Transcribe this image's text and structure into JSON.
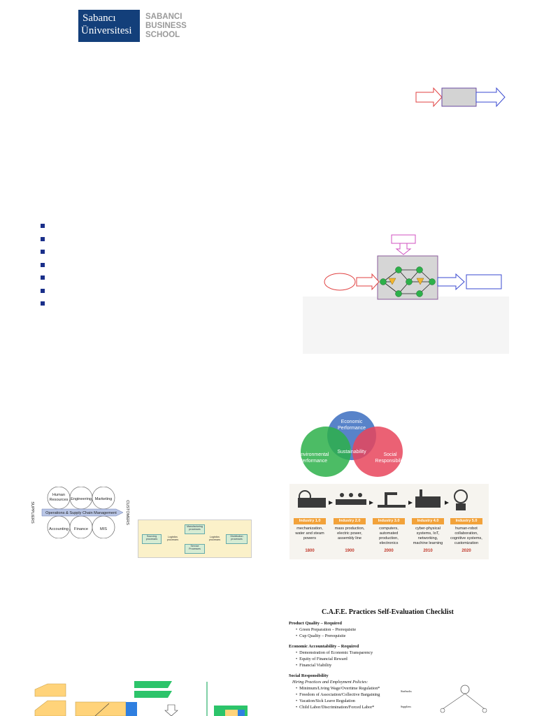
{
  "logo": {
    "line1": "Sabancı",
    "line2": "Üniversitesi",
    "school_line1": "SABANCI",
    "school_line2": "BUSINESS",
    "school_line3": "SCHOOL"
  },
  "bullets": {
    "count": 7
  },
  "venn": {
    "top": [
      "Economic",
      "Performance"
    ],
    "left": [
      "Environmental",
      "Performance"
    ],
    "right": [
      "Social",
      "Responsibility"
    ],
    "center": "Sustainability",
    "colors": {
      "top": "#4a78c4",
      "left": "#2db04a",
      "right": "#e8455c"
    }
  },
  "functions": {
    "suppliers": "SUPPLIERS",
    "customers": "CUSTOMERS",
    "hr1": "Human",
    "hr2": "Resources",
    "engineering": "Engineering",
    "marketing": "Marketing",
    "center": "Operations & Supply Chain Management",
    "accounting": "Accounting",
    "finance": "Finance",
    "mis": "MIS"
  },
  "process_box": {
    "sourcing": [
      "Sourcing",
      "processes"
    ],
    "manufacturing": [
      "Manufacturing",
      "processes"
    ],
    "service": [
      "Service",
      "Processes"
    ],
    "distribution": [
      "Distribution",
      "processes"
    ],
    "logistics_left": [
      "Logistics",
      "processes"
    ],
    "logistics_right": [
      "Logistics",
      "processes"
    ]
  },
  "industry": {
    "tags": [
      "Industry 1.0",
      "Industry 2.0",
      "Industry 3.0",
      "Industry 4.0",
      "Industry 5.0"
    ],
    "descs": [
      [
        "mechanization,",
        "water and steam",
        "powers"
      ],
      [
        "mass production,",
        "electric power,",
        "assembly line"
      ],
      [
        "computers,",
        "automated",
        "production,",
        "electronics"
      ],
      [
        "cyber-physical",
        "systems, IoT,",
        "networking,",
        "machine learning"
      ],
      [
        "human-robot",
        "collaboration,",
        "cognitive systems,",
        "customization"
      ]
    ],
    "years": [
      "1800",
      "1900",
      "2000",
      "2010",
      "2020"
    ],
    "tag_color": "#f2a23a",
    "year_color": "#c0392b"
  },
  "checklist": {
    "title": "C.A.F.E. Practices Self-Evaluation Checklist",
    "pq_heading": "Product Quality – Required",
    "pq_items": [
      "Green Preparation – Prerequisite",
      "Cup Quality – Prerequisite"
    ],
    "ea_heading": "Economic Accountability – Required",
    "ea_items": [
      "Demonstration of Economic Transparency",
      "Equity of Financial Reward",
      "Financial Viability"
    ],
    "sr_heading": "Social Responsibility",
    "sr_sub": "Hiring Practices and Employment Policies:",
    "sr_items": [
      "Minimum/Living Wage/Overtime Regulation*",
      "Freedom of Association/Collective Bargaining",
      "Vacation/Sick Leave Regulation",
      "Child Labor/Discrimination/Forced Labor*"
    ],
    "side1": "Starbucks",
    "side2": "Suppliers"
  }
}
